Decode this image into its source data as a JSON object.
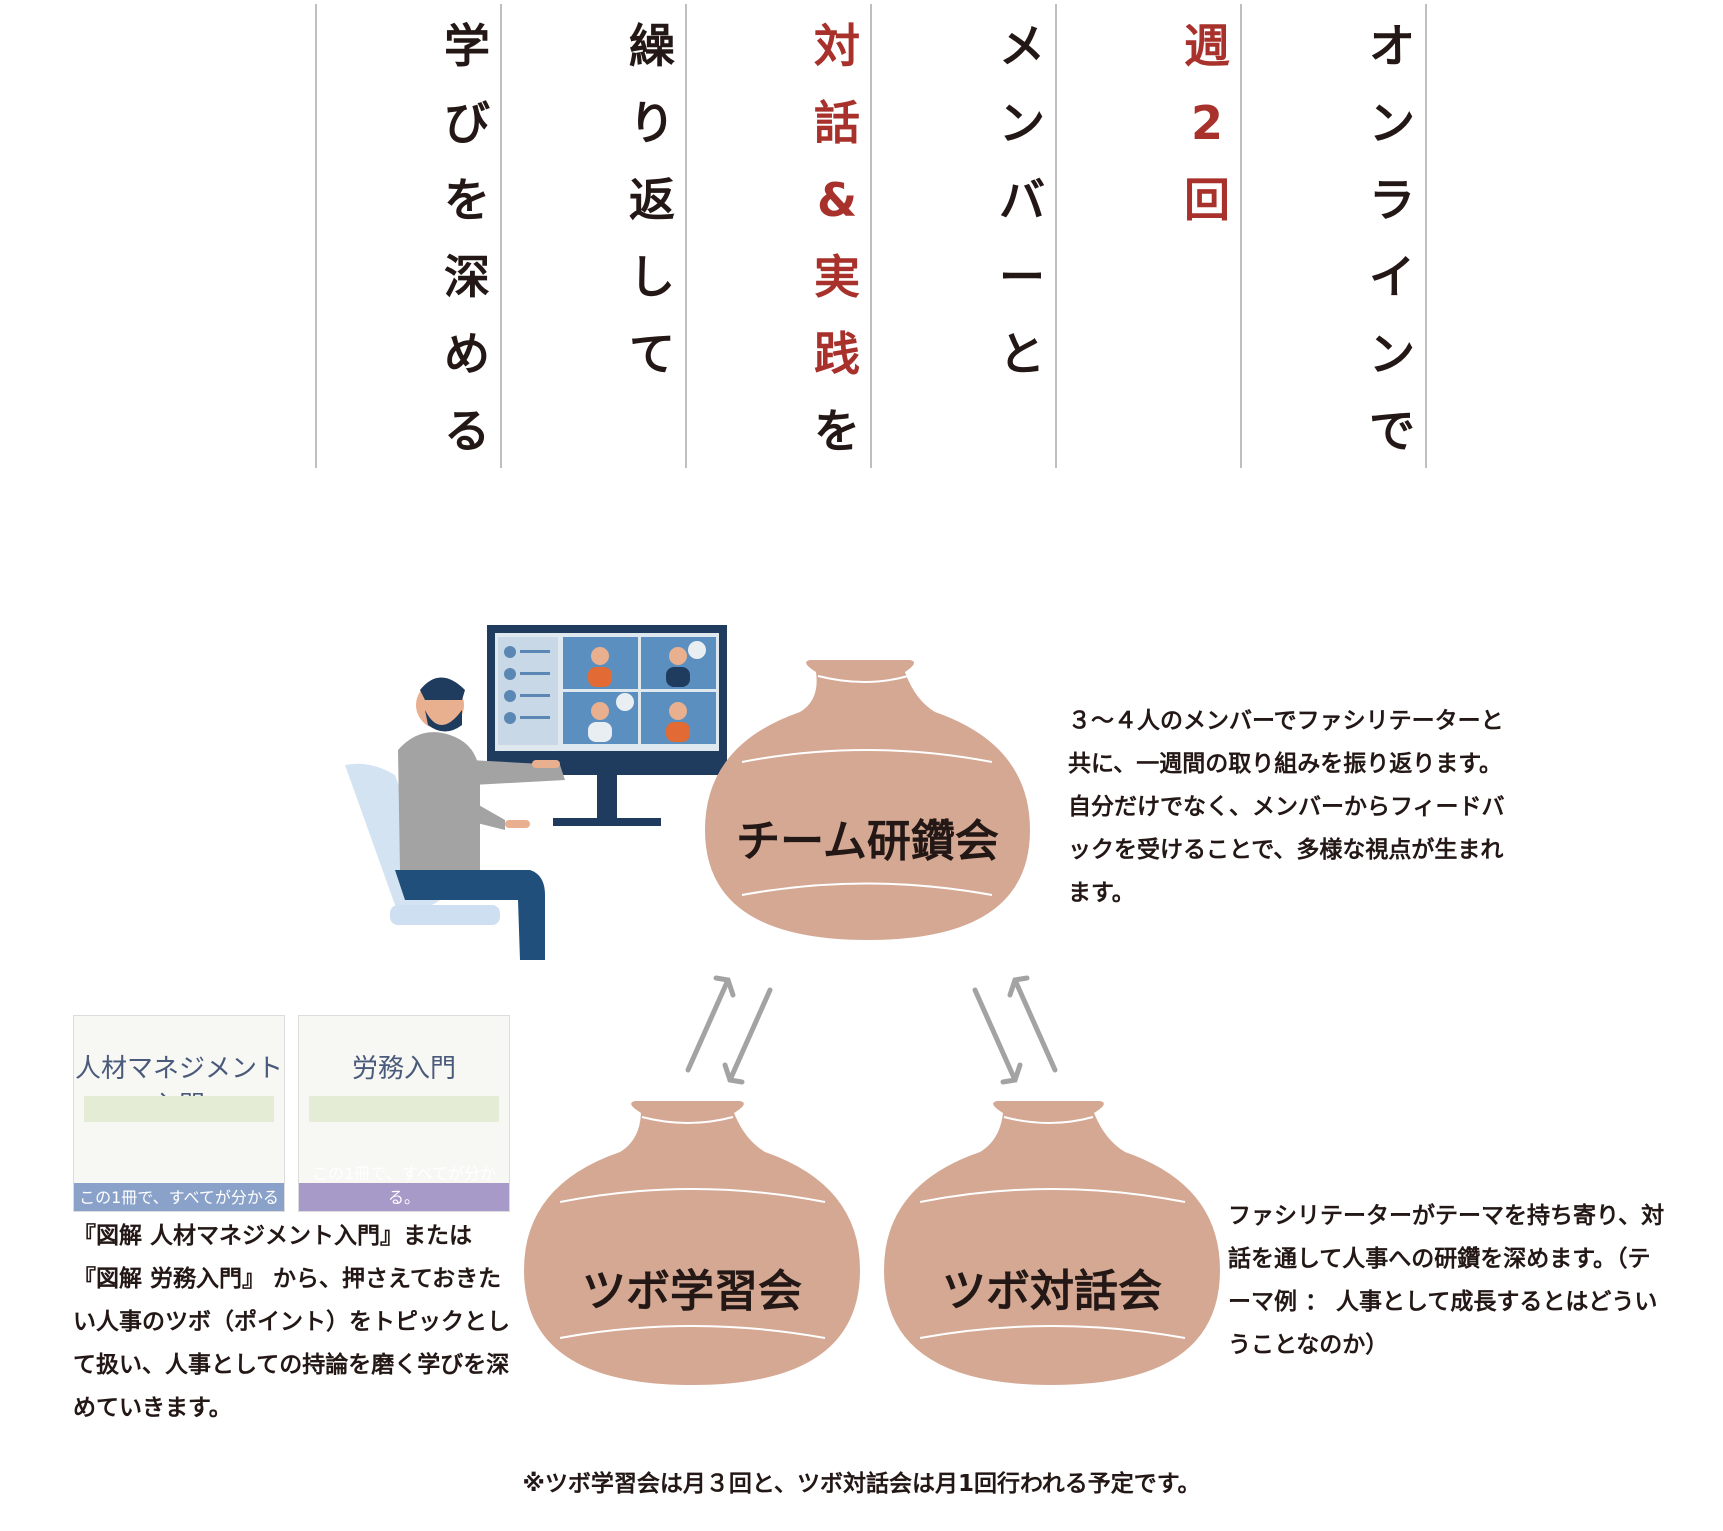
{
  "vertical_columns": [
    {
      "chars": [
        "オ",
        "ン",
        "ラ",
        "イ",
        "ン",
        "で"
      ],
      "red": []
    },
    {
      "chars": [
        "週",
        "2",
        "回"
      ],
      "red": [
        0,
        1,
        2
      ]
    },
    {
      "chars": [
        "メ",
        "ン",
        "バ",
        "ー",
        "と"
      ],
      "red": []
    },
    {
      "chars": [
        "対",
        "話",
        "&",
        "実",
        "践",
        "を"
      ],
      "red": [
        0,
        1,
        2,
        3,
        4
      ]
    },
    {
      "chars": [
        "繰",
        "り",
        "返",
        "し",
        "て"
      ],
      "red": []
    },
    {
      "chars": [
        "学",
        "び",
        "を",
        "深",
        "め",
        "る"
      ],
      "red": []
    }
  ],
  "pots": {
    "team": "チーム研鑽会",
    "study": "ツボ学習会",
    "dialogue": "ツボ対話会"
  },
  "descriptions": {
    "team": "３〜４人のメンバーでファシリテーターと共に、一週間の取り組みを振り返ります。自分だけでなく、メンバーからフィードバックを受けることで、多様な視点が生まれます。",
    "study": "『図解 人材マネジメント入門』または『図解 労務入門』 から、押さえておきたい人事のツボ（ポイント）をトピックとして扱い、人事としての持論を磨く学びを深めていきます。",
    "dialogue": "ファシリテーターがテーマを持ち寄り、対話を通して人事への研鑽を深めます。（テーマ例 ： 人事として成長するとはどういうことなのか）"
  },
  "books": [
    {
      "title": "人材マネジメント入門",
      "tagline": "この1冊で、すべてが分かる"
    },
    {
      "title": "労務入門",
      "tagline": "この1冊で、すべてが分かる。"
    }
  ],
  "footnote": "※ツボ学習会は月３回と、ツボ対話会は月1回行われる予定です。",
  "colors": {
    "pot": "#d4a893",
    "accent_red": "#a8312c",
    "monitor": "#1f3b5e"
  }
}
